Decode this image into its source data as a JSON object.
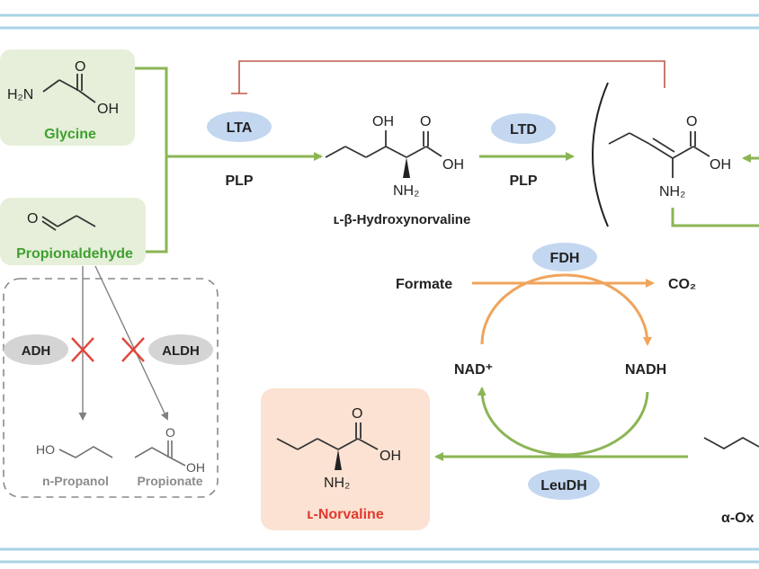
{
  "substrates": {
    "glycine": {
      "name": "Glycine",
      "atoms": {
        "amine": "H₂N",
        "carbonyl_o": "O",
        "hydroxyl": "OH"
      }
    },
    "propionaldehyde": {
      "name": "Propionaldehyde",
      "atoms": {
        "carbonyl_o": "O"
      }
    }
  },
  "enzymes": {
    "lta": "LTA",
    "ltd": "LTD",
    "fdh": "FDH",
    "leudh": "LeuDH",
    "adh": "ADH",
    "aldh": "ALDH"
  },
  "cofactors": {
    "plp_1": "PLP",
    "plp_2": "PLP"
  },
  "intermediates": {
    "hydroxynorvaline": {
      "name": "ʟ-β-Hydroxynorvaline",
      "atoms": {
        "hydroxyl_top": "OH",
        "carbonyl_o": "O",
        "acid_oh": "OH",
        "amine": "NH₂"
      }
    },
    "enamine": {
      "atoms": {
        "carbonyl_o": "O",
        "acid_oh": "OH",
        "amine": "NH₂"
      }
    },
    "oxo_acid": {
      "name_partial": "α-Ox"
    }
  },
  "byproducts": {
    "propanol": {
      "name": "n-Propanol",
      "atoms": {
        "hydroxyl": "HO"
      }
    },
    "propionate": {
      "name": "Propionate",
      "atoms": {
        "carbonyl_o": "O",
        "acid_oh": "OH"
      }
    }
  },
  "cycle": {
    "formate": "Formate",
    "co2": "CO₂",
    "nad": "NAD⁺",
    "nadh": "NADH"
  },
  "product": {
    "name": "ʟ-Norvaline",
    "atoms": {
      "carbonyl_o": "O",
      "acid_oh": "OH",
      "amine": "NH₂"
    }
  },
  "colors": {
    "green": "#8bb554",
    "green_text": "#3fa02f",
    "red_text": "#e03a2e",
    "orange": "#f0a45c",
    "enzyme_blue": "#c3d7f0",
    "grey_enzyme": "#d4d4d4",
    "inhibit_red": "#c0584a",
    "border_blue": "#a9d3e6",
    "substrate_bg": "#e6efd9",
    "product_bg": "#fbe2d2"
  }
}
